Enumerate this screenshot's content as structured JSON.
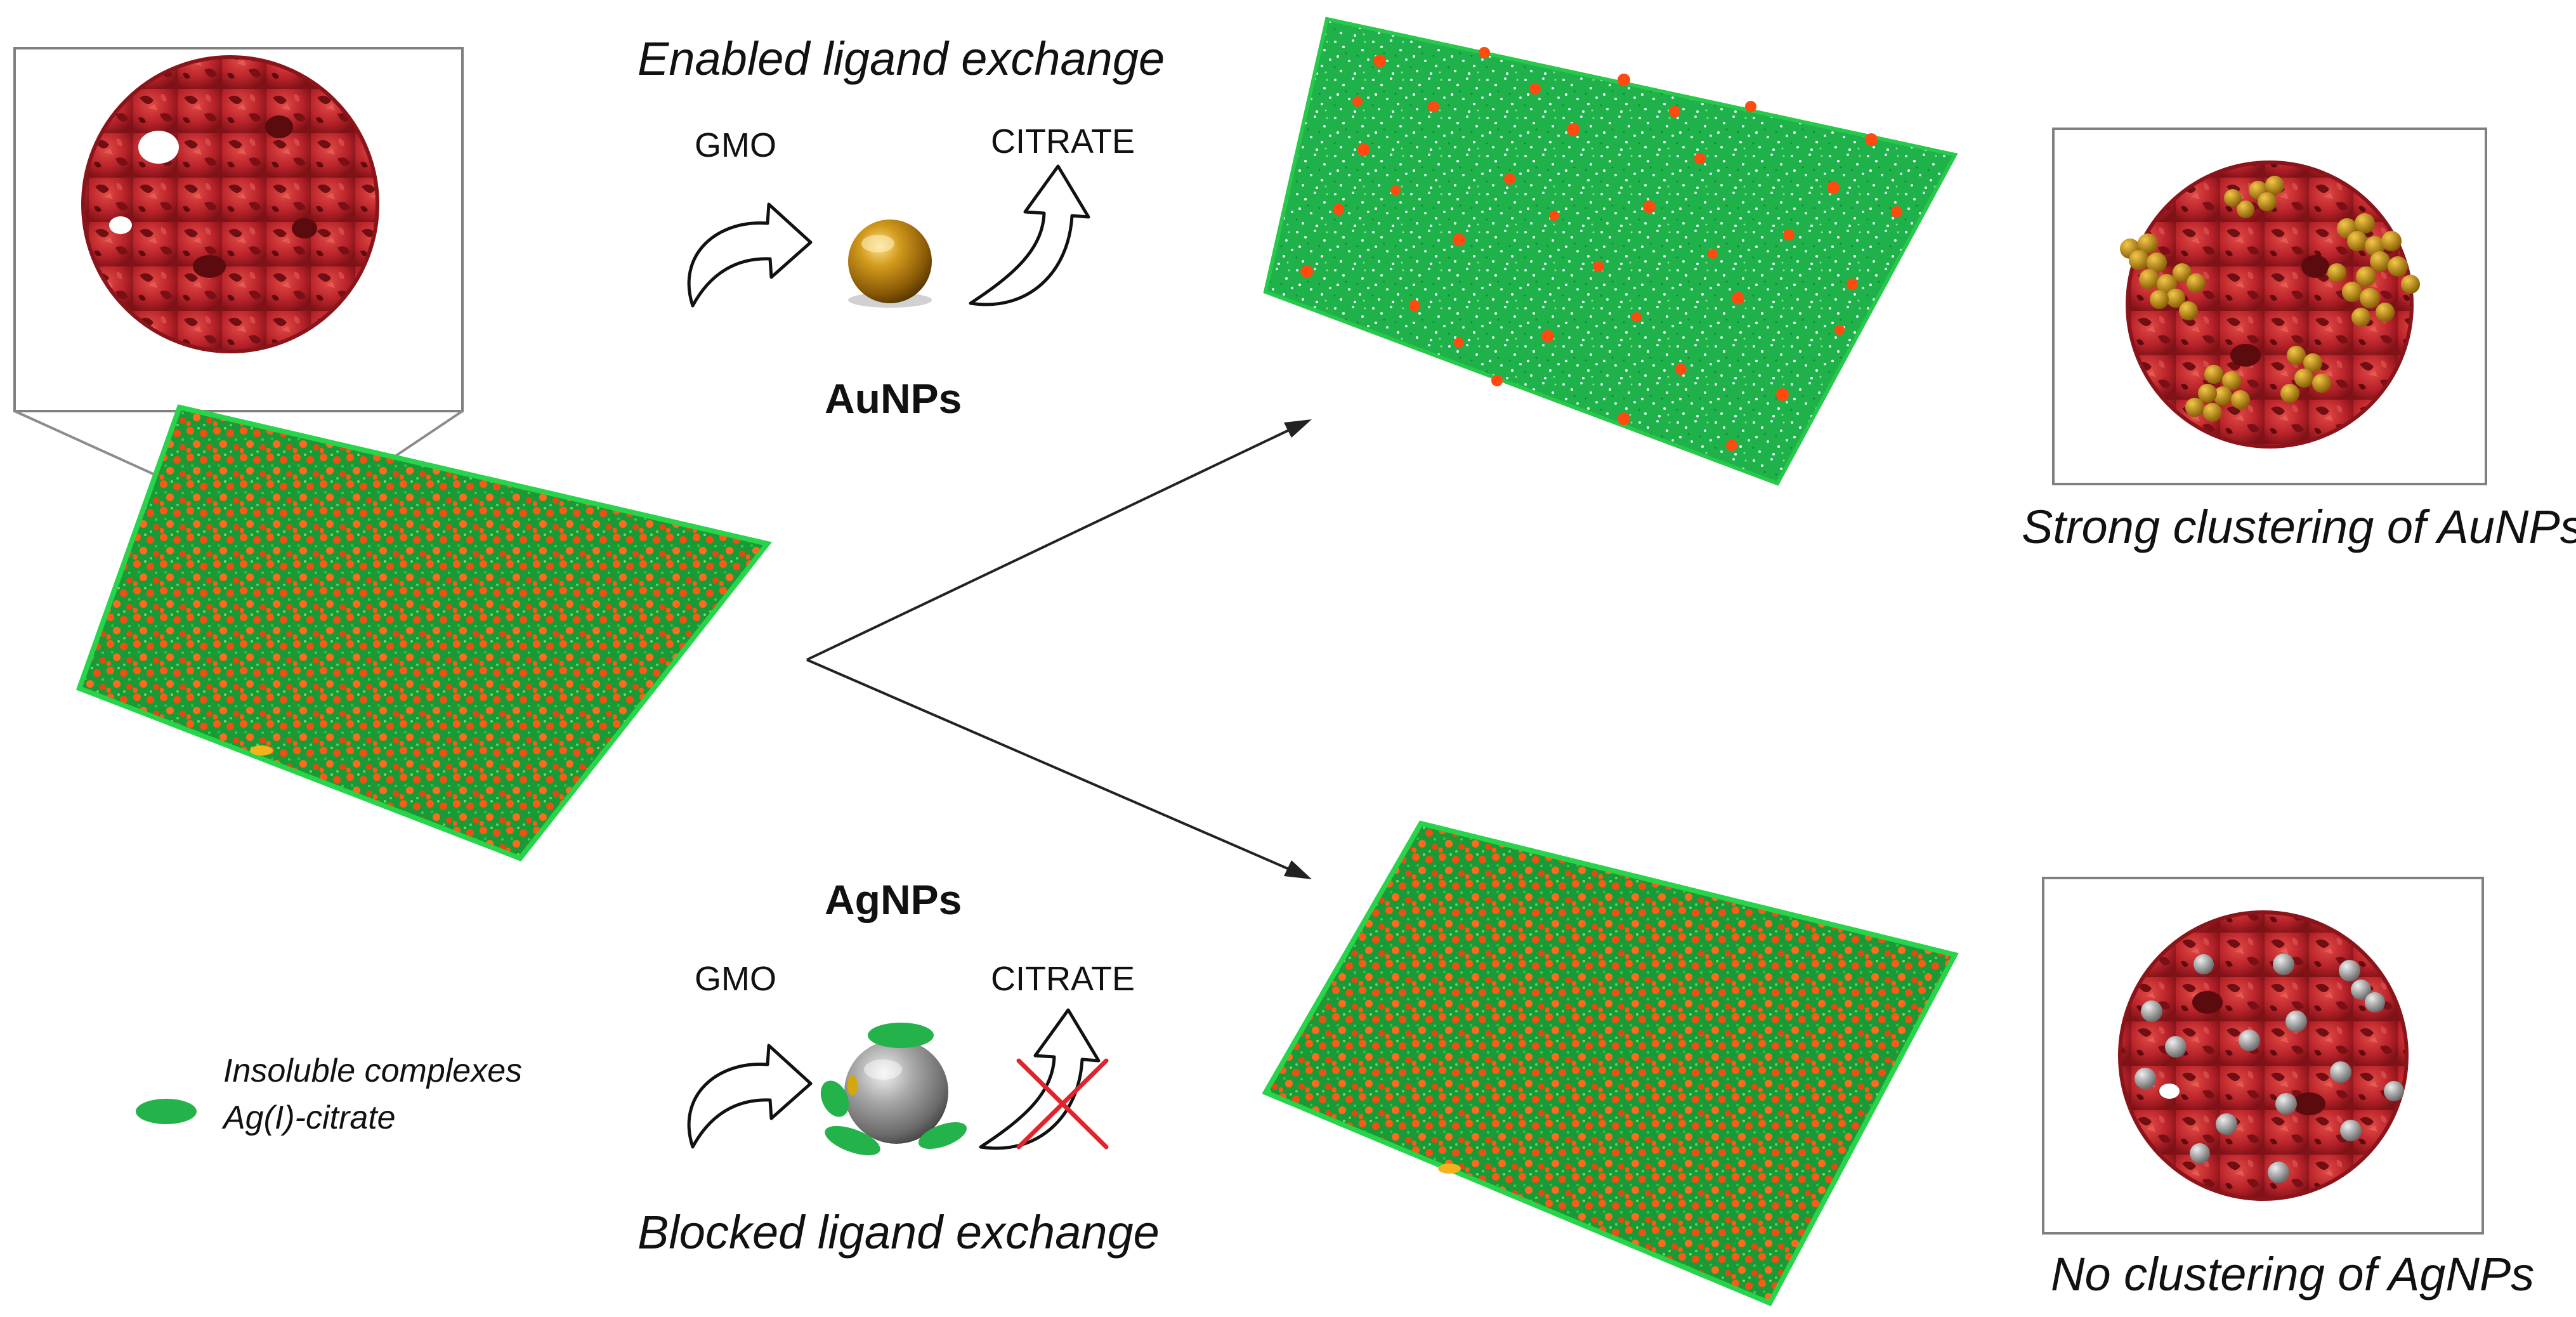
{
  "top_exchange": {
    "title": "Enabled ligand exchange",
    "left_label": "GMO",
    "right_label": "CITRATE",
    "particle_label": "AuNPs"
  },
  "bottom_exchange": {
    "title": "Blocked ligand exchange",
    "left_label": "GMO",
    "right_label": "CITRATE",
    "particle_label": "AgNPs"
  },
  "legend": {
    "line1": "Insoluble complexes",
    "line2": "Ag(I)-citrate"
  },
  "outcomes": {
    "top": "Strong clustering of AuNPs",
    "bottom": "No clustering of AgNPs"
  },
  "colors": {
    "cubosome_red": "#c0262a",
    "lipid_green": "#19b53c",
    "particle_orange": "#ff5a14",
    "gold": "#b8860b",
    "silver": "#8c8c8c",
    "cross_red": "#e0242b",
    "cyan_speckle": "#cfeef0"
  }
}
